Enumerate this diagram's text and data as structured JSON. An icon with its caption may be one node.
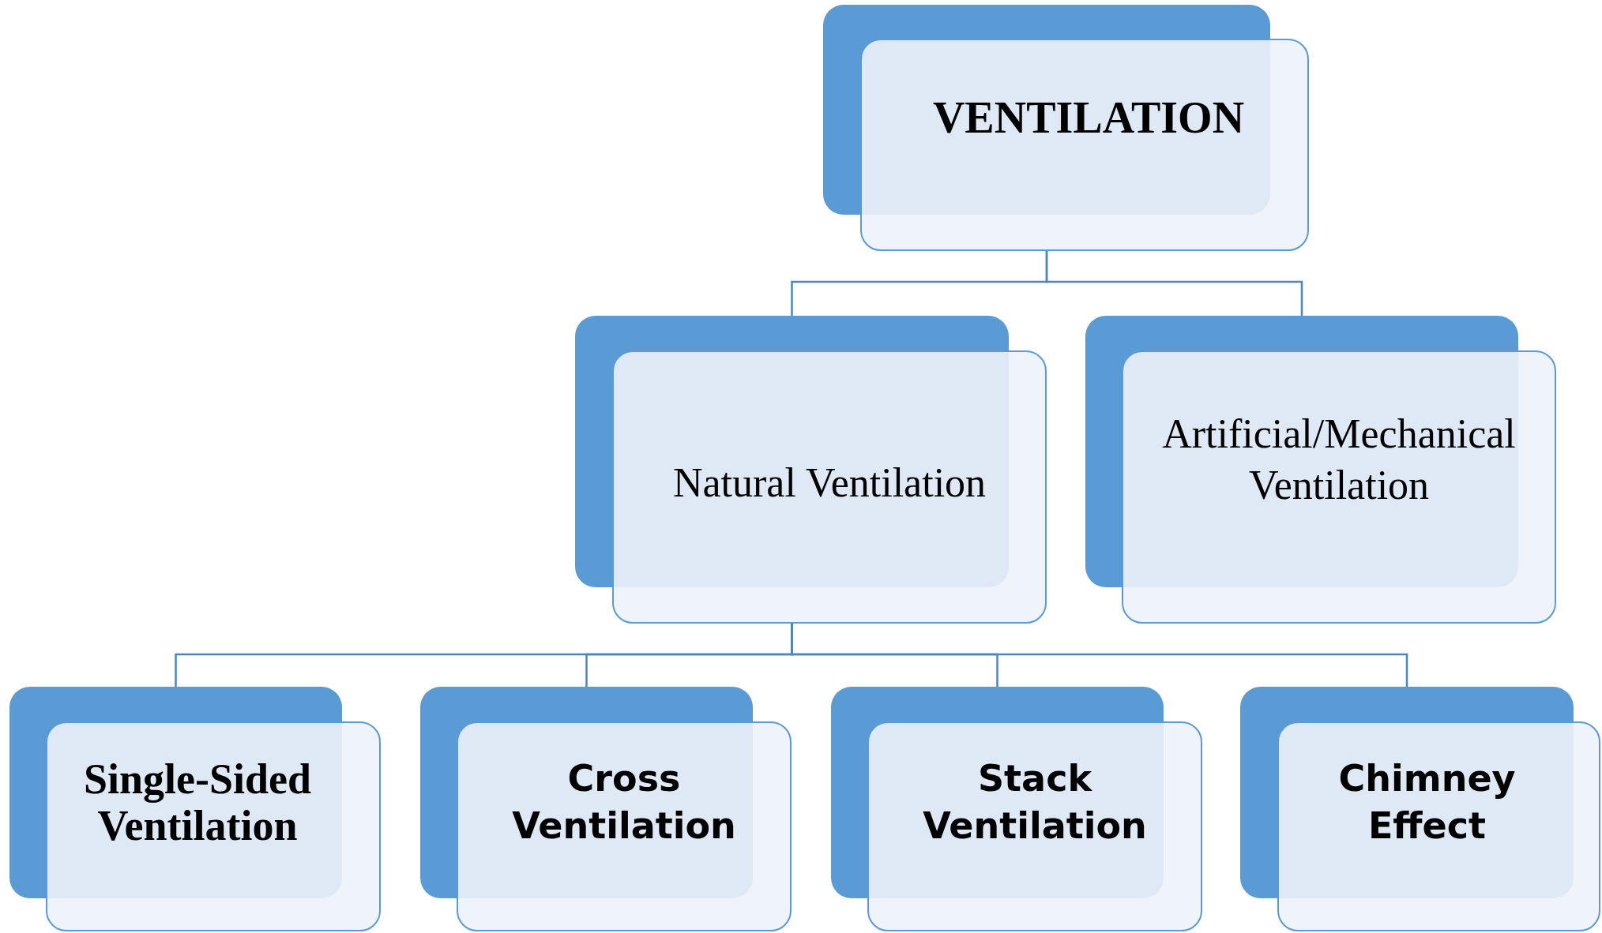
{
  "diagram": {
    "nodes": [
      {
        "text": [
          "VENTILATION"
        ]
      },
      {
        "text": [
          "Natural Ventilation"
        ]
      },
      {
        "text": [
          "Artificial/Mechanical Ventilation"
        ]
      },
      {
        "text": [
          "Single-Sided Ventilation"
        ]
      },
      {
        "text": [
          "Cross Ventilation"
        ]
      },
      {
        "text": [
          "Stack Ventilation"
        ]
      },
      {
        "text": [
          "Chimney Effect"
        ]
      }
    ],
    "edges": [
      {
        "from": 0,
        "to": 1,
        "arrow": "none"
      },
      {
        "from": 0,
        "to": 2,
        "arrow": "none"
      },
      {
        "from": 1,
        "to": 3,
        "arrow": "none"
      },
      {
        "from": 1,
        "to": 4,
        "arrow": "none"
      },
      {
        "from": 1,
        "to": 5,
        "arrow": "none"
      },
      {
        "from": 1,
        "to": 6,
        "arrow": "none"
      }
    ]
  }
}
